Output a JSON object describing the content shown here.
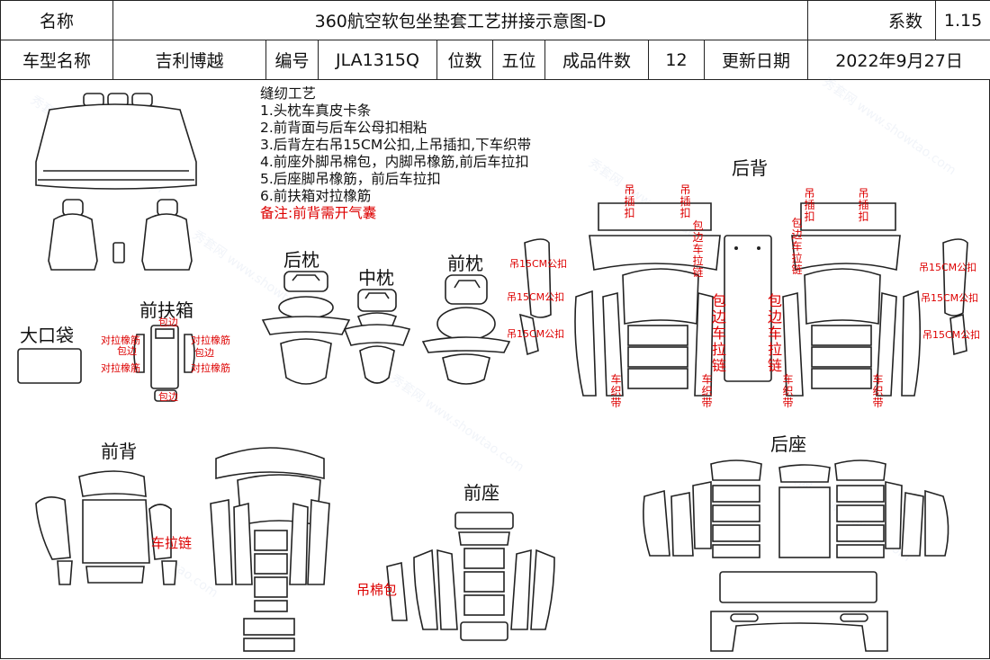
{
  "header": {
    "name_label": "名称",
    "title": "360航空软包坐垫套工艺拼接示意图-D",
    "coef_label": "系数",
    "coef_value": "1.15",
    "model_label": "车型名称",
    "model_value": "吉利博越",
    "code_label": "编号",
    "code_value": "JLA1315Q",
    "seat_label": "位数",
    "seat_value": "五位",
    "pieces_label": "成品件数",
    "pieces_value": "12",
    "date_label": "更新日期",
    "date_value": "2022年9月27日"
  },
  "notes": {
    "title": "缝纫工艺",
    "items": [
      "1.头枕车真皮卡条",
      "2.前背面与后车公母扣相粘",
      "3.后背左右吊15CM公扣,上吊插扣,下车织带",
      "4.前座外脚吊棉包，内脚吊橡筋,前后车拉扣",
      "5.后座脚吊橡筋，前后车拉扣",
      "6.前扶箱对拉橡筋"
    ],
    "remark": "备注:前背需开气囊"
  },
  "sections": {
    "rear_headrest": "后枕",
    "mid_headrest": "中枕",
    "front_headrest": "前枕",
    "front_armrest": "前扶箱",
    "big_pocket": "大口袋",
    "rear_back": "后背",
    "front_back": "前背",
    "front_seat": "前座",
    "rear_seat": "后座"
  },
  "annotations": {
    "hang_insert": "吊插扣",
    "hang_15cm": "吊15CM公扣",
    "edge_zipper": "包边车拉链",
    "webbing": "车织带",
    "elastic_pair": "对拉橡筋",
    "edge": "包边",
    "zipper": "车拉链",
    "cotton_bag": "吊棉包"
  },
  "watermark": "秀套网 www.showtao.com"
}
